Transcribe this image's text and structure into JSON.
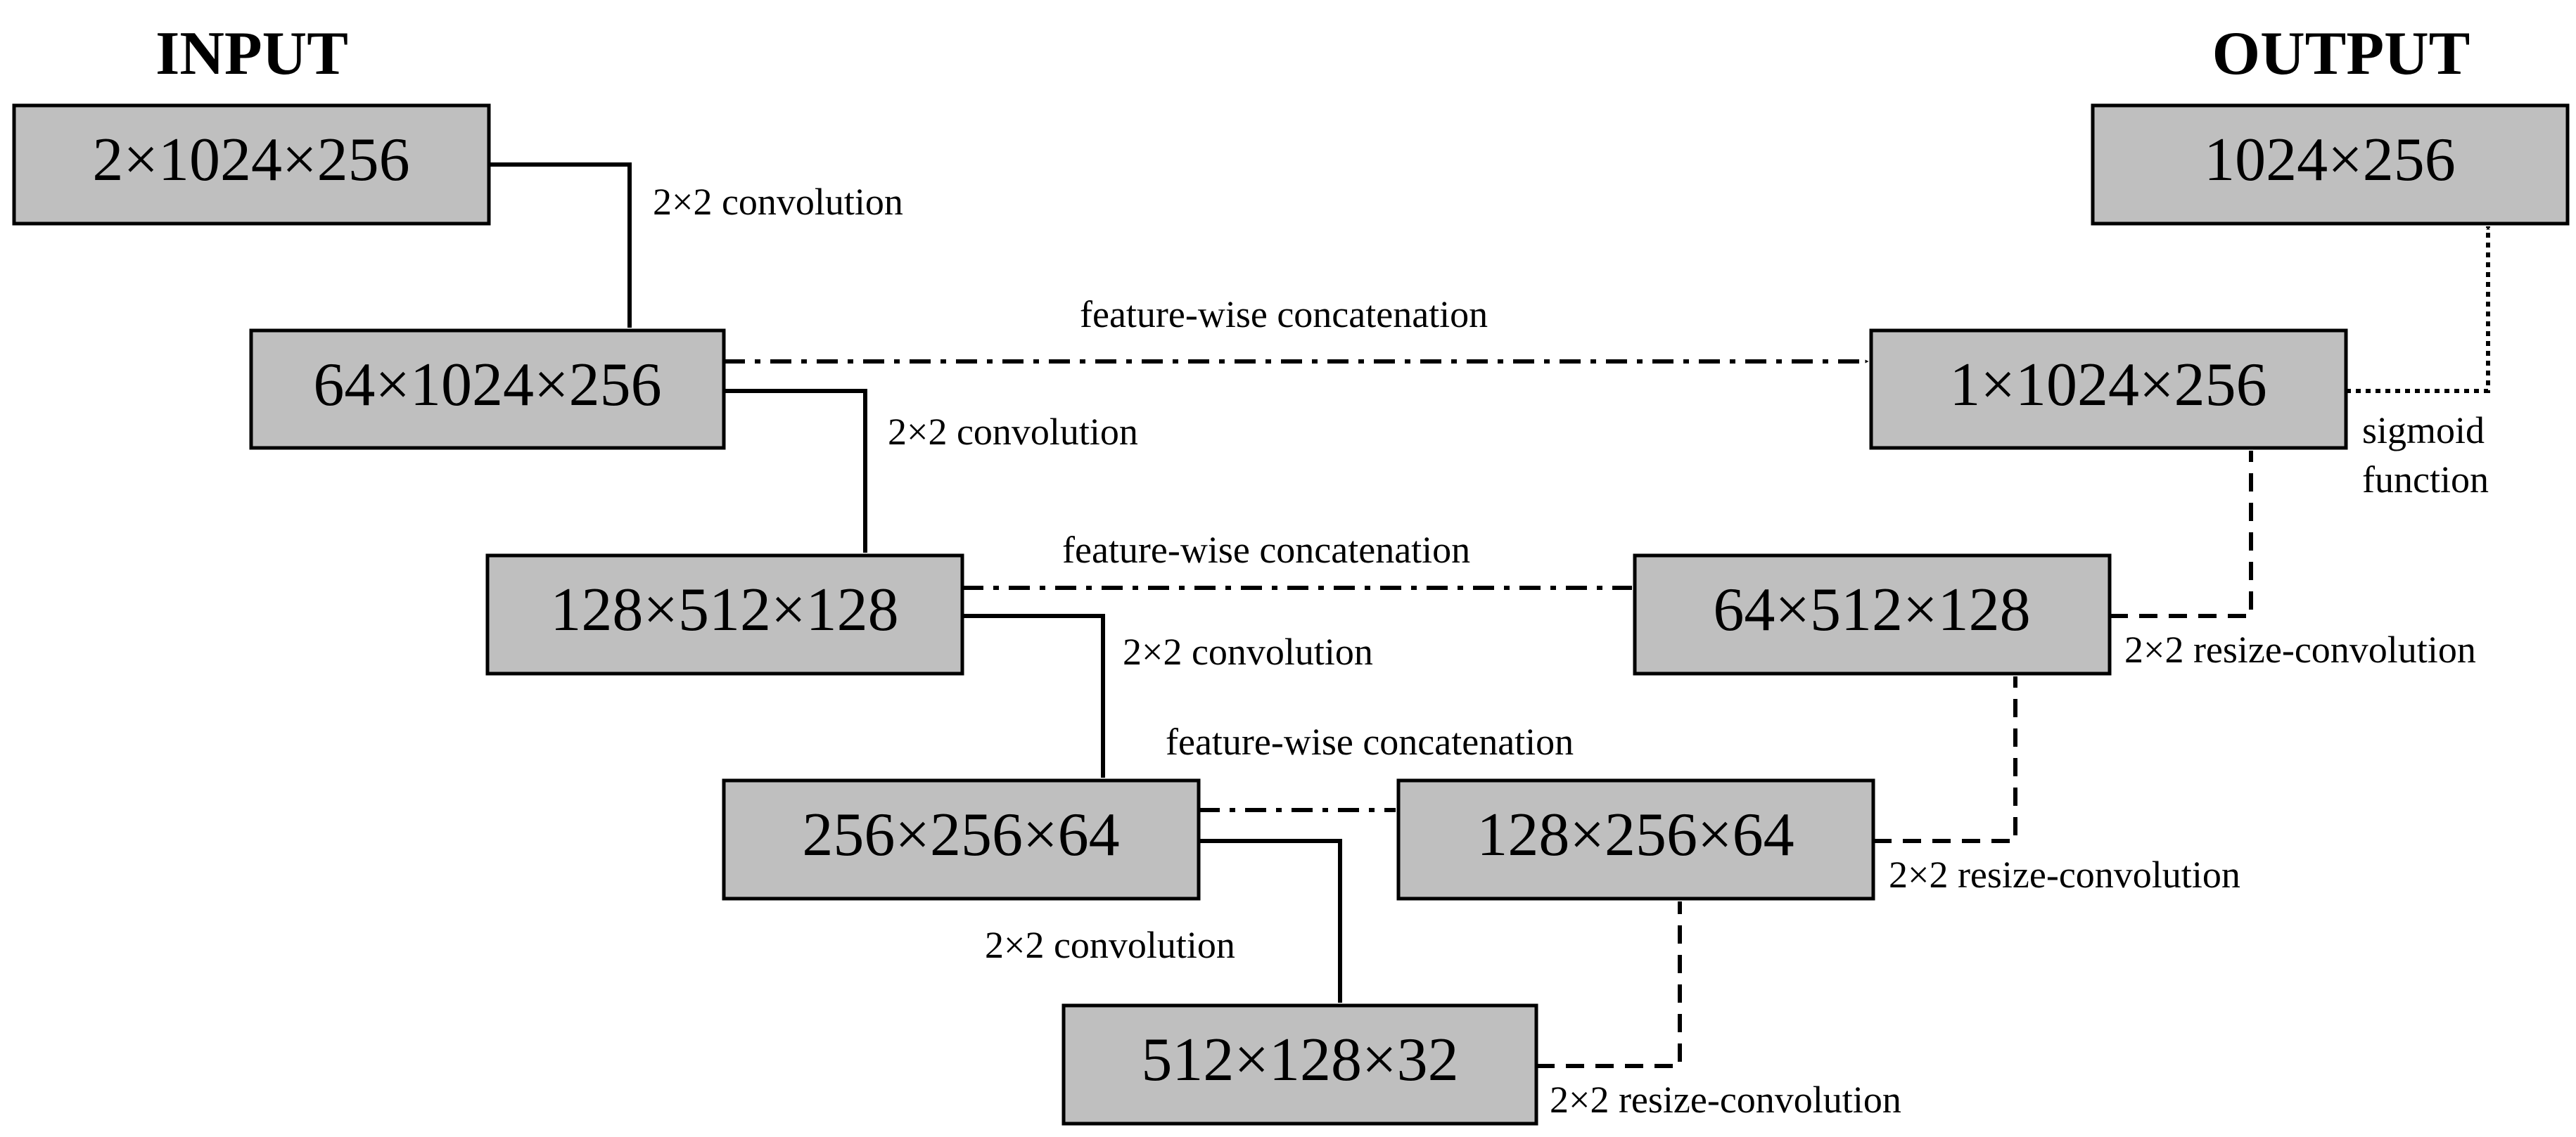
{
  "headings": {
    "input": "INPUT",
    "output": "OUTPUT"
  },
  "nodes": {
    "input": "2×1024×256",
    "enc1": "64×1024×256",
    "enc2": "128×512×128",
    "enc3": "256×256×64",
    "bottleneck": "512×128×32",
    "dec3": "128×256×64",
    "dec2": "64×512×128",
    "dec1": "1×1024×256",
    "output": "1024×256"
  },
  "labels": {
    "conv1": "2×2 convolution",
    "conv2": "2×2 convolution",
    "conv3": "2×2 convolution",
    "conv4": "2×2 convolution",
    "concat1": "feature-wise concatenation",
    "concat2": "feature-wise concatenation",
    "concat3": "feature-wise concatenation",
    "resize1": "2×2 resize-convolution",
    "resize2": "2×2 resize-convolution",
    "resize3": "2×2 resize-convolution",
    "sigmoid_line1": "sigmoid",
    "sigmoid_line2": "function"
  }
}
